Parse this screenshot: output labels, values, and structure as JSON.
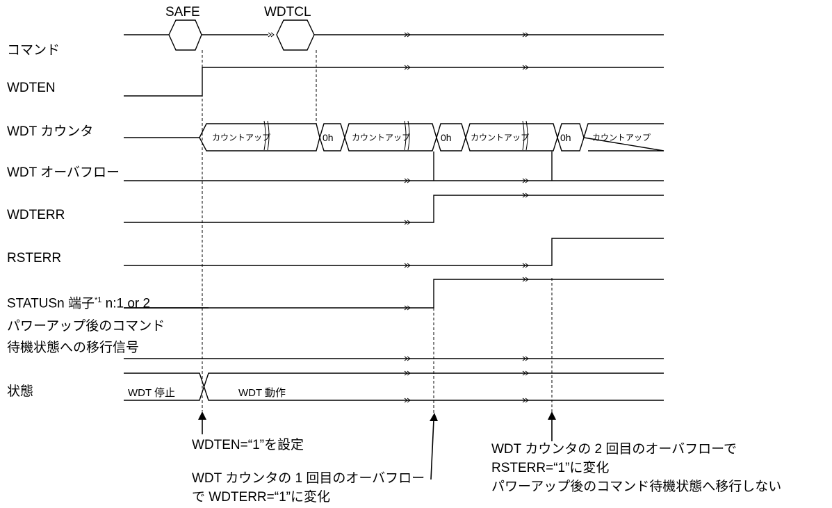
{
  "signals": {
    "command": "コマンド",
    "wdten": "WDTEN",
    "wdt_counter": "WDT カウンタ",
    "wdt_overflow": "WDT オーバフロー",
    "wdterr": "WDTERR",
    "rsterr": "RSTERR",
    "status_pin": "STATUSn 端子",
    "status_note_mark": "*1",
    "status_suffix": " n:1 or 2",
    "powerup_line1": "パワーアップ後のコマンド",
    "powerup_line2": "待機状態への移行信号",
    "state": "状態"
  },
  "commands": {
    "safe": "SAFE",
    "wdtcl": "WDTCL"
  },
  "counter_labels": {
    "count_up": "カウントアップ",
    "zero": "0h"
  },
  "state_labels": {
    "stopped": "WDT 停止",
    "running": "WDT 動作"
  },
  "annotations": {
    "wdten_set": "WDTEN=“1”を設定",
    "first_overflow_line1": "WDT カウンタの 1 回目のオーバフロー",
    "first_overflow_line2": "で WDTERR=“1”に変化",
    "second_overflow_line1": "WDT カウンタの 2 回目のオーバフローで",
    "second_overflow_line2": "RSTERR=“1”に変化",
    "second_overflow_line3": "パワーアップ後のコマンド待機状態へ移行しない"
  }
}
